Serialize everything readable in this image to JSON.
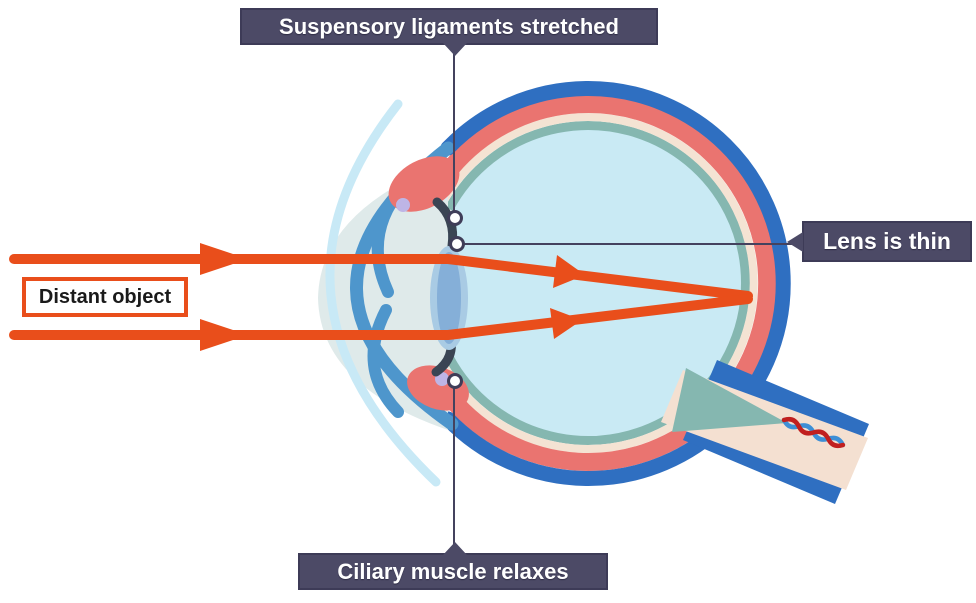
{
  "labels": {
    "suspensory": {
      "text": "Suspensory ligaments stretched"
    },
    "lens_thin": {
      "text": "Lens is thin"
    },
    "ciliary": {
      "text": "Ciliary muscle relaxes"
    },
    "distant_object": {
      "text": "Distant object"
    }
  },
  "colors": {
    "background": "#ffffff",
    "label_bg": "#4C4A66",
    "label_border": "#3D3B57",
    "label_text": "#ffffff",
    "leader_line": "#44425E",
    "marker_stroke": "#3F3D58",
    "marker_fill": "#ffffff",
    "ray_orange": "#E94E1B",
    "distant_box_border": "#E94E1B",
    "distant_box_text": "#1A1A1A",
    "sclera_blue": "#2F6FC1",
    "choroid_red": "#EA7470",
    "cream": "#F4E3D3",
    "retina_teal": "#85B7B0",
    "vitreous_cyan": "#C9EAF4",
    "cornea_blue": "#4E96CC",
    "cornea_outer_pale": "#C8E9F6",
    "aqueous_pale": "#DFEAEA",
    "iris_blue": "#4E96CC",
    "lens_core": "#85AFD8",
    "lens_halo": "#A9CBE4",
    "ligament_dark": "#3A4554",
    "ciliary_pink": "#EA7470",
    "ciliary_dot": "#BEB5E6",
    "nerve_cream": "#F4E0D1",
    "vessel_red": "#C11F1F",
    "vessel_blue": "#3E8FD6"
  }
}
